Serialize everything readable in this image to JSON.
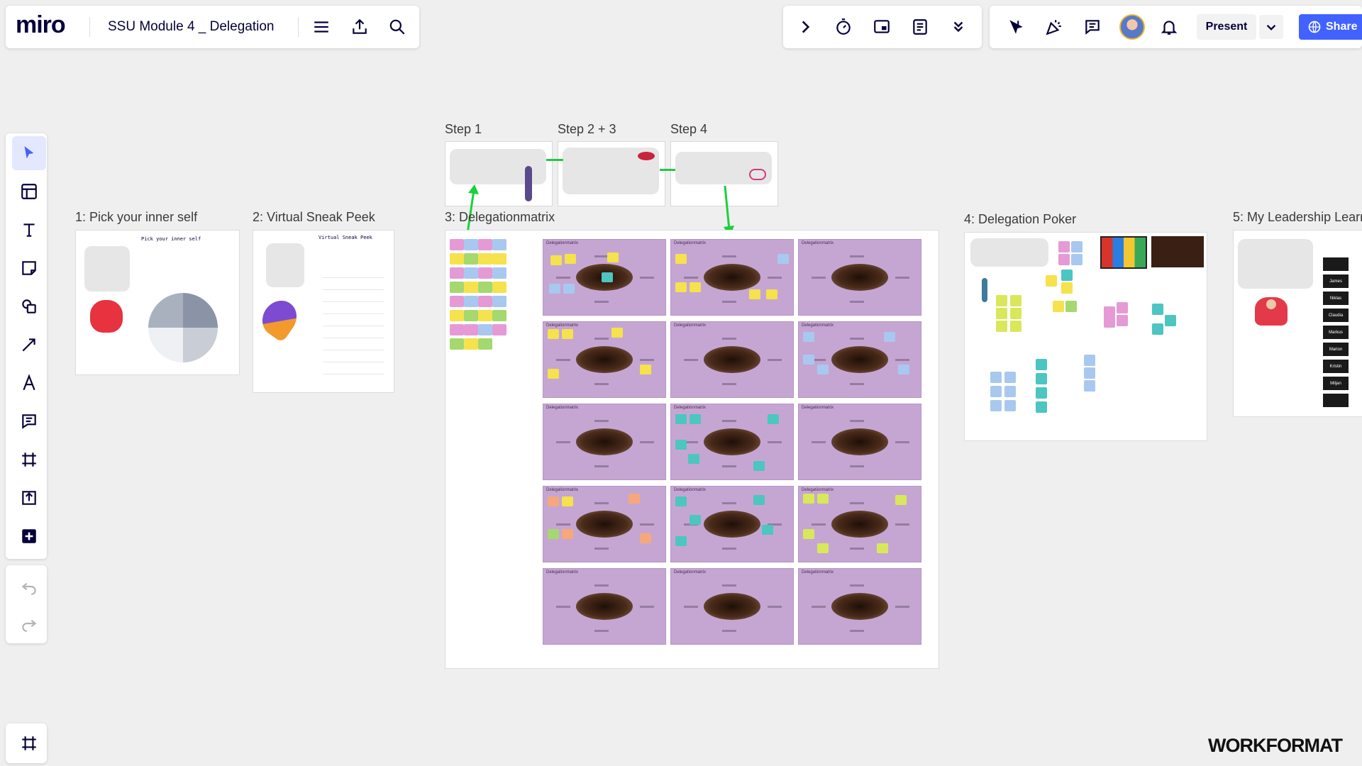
{
  "app": {
    "logo": "miro",
    "board_title": "SSU Module 4 _ Delegation"
  },
  "toolbar": {
    "menu_icon": "hamburger-menu-icon",
    "export_icon": "upload-icon",
    "search_icon": "search-icon",
    "present_label": "Present",
    "share_label": "Share",
    "accent": "#4262ff"
  },
  "frames": {
    "step1": "Step 1",
    "step23": "Step 2 + 3",
    "step4": "Step 4",
    "f1": "1: Pick your inner self",
    "f2": "2: Virtual Sneak Peek",
    "f3": "3: Delegationmatrix",
    "f4": "4: Delegation Poker",
    "f5": "5: My Leadership Learn"
  },
  "cards": {
    "pick_title": "Pick your inner self",
    "sneak_title": "Virtual Sneak Peek",
    "matrix_title": "Delegationmatrix"
  },
  "leadership_names": [
    "James",
    "Niklas",
    "Claudia",
    "Markus",
    "Marion",
    "Kristin",
    "Miljan"
  ],
  "watermark": "WORKFORMAT"
}
